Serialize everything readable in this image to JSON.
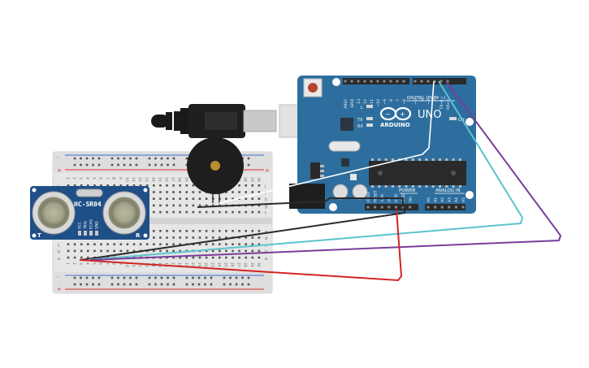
{
  "arduino": {
    "brand_text": "ARDUINO",
    "model_text": "UNO",
    "digital_label": "DIGITAL (PWM ~)",
    "power_label": "POWER",
    "analog_label": "ANALOG IN",
    "on_label": "ON",
    "led_l_label": "L",
    "led_tx_label": "TX",
    "led_rx_label": "RX",
    "digital_pins": [
      "AREF",
      "GND",
      "13",
      "12",
      "~11",
      "~10",
      "~9",
      "8",
      "7",
      "~6",
      "~5",
      "4",
      "~3",
      "2",
      "TX→1",
      "RX←0"
    ],
    "power_pins": [
      "IOREF",
      "RESET",
      "3.3V",
      "5V",
      "GND",
      "GND",
      "Vin"
    ],
    "analog_pins": [
      "A0",
      "A1",
      "A2",
      "A3",
      "A4",
      "A5"
    ]
  },
  "sensor": {
    "name": "HC-SR04",
    "pin_labels": [
      "VCC",
      "TRIG",
      "ECHO",
      "GND"
    ],
    "corner_left": "T",
    "corner_right": "R"
  },
  "breadboard": {
    "column_numbers": [
      "1",
      "2",
      "3",
      "4",
      "5",
      "6",
      "7",
      "8",
      "9",
      "10",
      "11",
      "12",
      "13",
      "14",
      "15",
      "16",
      "17",
      "18",
      "19",
      "20",
      "21",
      "22",
      "23",
      "24",
      "25",
      "26",
      "27",
      "28",
      "29",
      "30"
    ],
    "row_letters_top": [
      "j",
      "i",
      "h",
      "g",
      "f"
    ],
    "row_letters_bottom": [
      "e",
      "d",
      "c",
      "b",
      "a"
    ],
    "rail_plus": "+",
    "rail_minus": "-"
  },
  "colors": {
    "board_blue": "#2d6e9e",
    "wire_black": "#2b2b2b",
    "wire_red": "#d32424",
    "wire_cyan": "#5bc3cf",
    "wire_purple": "#7a3d9a",
    "wire_white": "#ffffff",
    "sensor_blue": "#1f4f87"
  }
}
